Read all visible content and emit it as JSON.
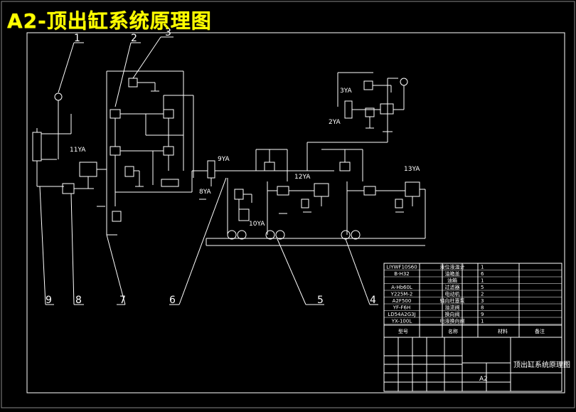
{
  "title": "A2-顶出缸系统原理图",
  "callouts": [
    "1",
    "2",
    "3",
    "4",
    "5",
    "6",
    "7",
    "8",
    "9"
  ],
  "solenoids": {
    "y11": "11YA",
    "y9": "9YA",
    "y8": "8YA",
    "y12": "12YA",
    "y13": "13YA",
    "y3": "3YA",
    "y2": "2YA",
    "y10": "10YA"
  },
  "parts_list": [
    {
      "model": "LIYWF10S60",
      "name": "液位液温计",
      "qty": "1"
    },
    {
      "model": "B-H32",
      "name": "油箱盖",
      "qty": "6"
    },
    {
      "model": "",
      "name": "油箱",
      "qty": "1"
    },
    {
      "model": "A-Hb60L",
      "name": "过滤器",
      "qty": "5"
    },
    {
      "model": "Y225M-2",
      "name": "电动机",
      "qty": "2"
    },
    {
      "model": "A2F500",
      "name": "轴向柱塞泵",
      "qty": "3"
    },
    {
      "model": "YF-F6H",
      "name": "溢流阀",
      "qty": "8"
    },
    {
      "model": "LD54A2G3J",
      "name": "换向阀",
      "qty": "9"
    },
    {
      "model": "YX-100L",
      "name": "电液换向阀",
      "qty": "1"
    }
  ],
  "title_block": {
    "drawing_title": "顶出缸系统原理图",
    "sheet_size": "A2"
  },
  "colors": {
    "background": "#000000",
    "line": "#ffffff",
    "title": "#ffff00",
    "accent": "#ff4040",
    "frame": "#ffffff"
  }
}
